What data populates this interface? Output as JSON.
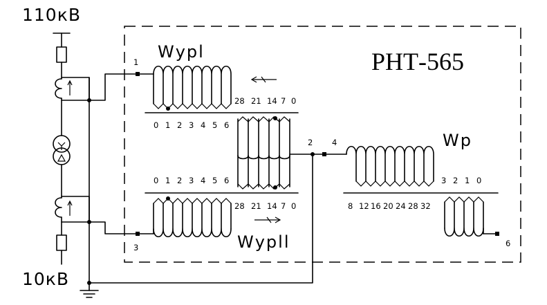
{
  "labels": {
    "hv": "110кВ",
    "lv": "10кВ",
    "device": "РНТ-565",
    "w_ur1": "Wурl",
    "w_ur2": "Wурll",
    "w_r": "Wр"
  },
  "terminals": {
    "t1": "1",
    "t2": "2",
    "t3": "3",
    "t4": "4",
    "t6": "6"
  },
  "taps": {
    "ur1_bottom": [
      "0",
      "1",
      "2",
      "3",
      "4",
      "5",
      "6"
    ],
    "ur2_top": [
      "0",
      "1",
      "2",
      "3",
      "4",
      "5",
      "6"
    ],
    "mid_upper": [
      "28",
      "21",
      "14",
      "7",
      "0"
    ],
    "mid_lower": [
      "28",
      "21",
      "14",
      "7",
      "0"
    ],
    "wr_scale": [
      "8",
      "12",
      "16",
      "20",
      "24",
      "28",
      "32"
    ],
    "wr_out": [
      "3",
      "2",
      "1",
      "0"
    ]
  }
}
